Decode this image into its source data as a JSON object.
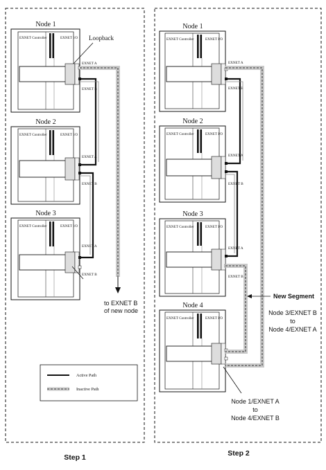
{
  "steps": [
    {
      "label": "Step 1"
    },
    {
      "label": "Step 2"
    }
  ],
  "labels": {
    "controller": "EXNET Controller",
    "io": "EXNET I/O",
    "port_a": "EXNET A",
    "port_b": "EXNET B"
  },
  "step1": {
    "nodes": [
      "Node 1",
      "Node 2",
      "Node 3"
    ],
    "loopback": "Loopback",
    "to_next_line1": "to EXNET B",
    "to_next_line2": "of new node",
    "legend": {
      "active": "Active Path",
      "inactive": "Inactive Path"
    }
  },
  "step2": {
    "nodes": [
      "Node 1",
      "Node 2",
      "Node 3",
      "Node 4"
    ],
    "new_segment": "New Segment",
    "conn1": [
      "Node 3/EXNET B",
      "to",
      "Node 4/EXNET A"
    ],
    "conn2": [
      "Node 1/EXNET A",
      "to",
      "Node 4/EXNET B"
    ]
  },
  "colors": {
    "line": "#111111",
    "inactive_band": "#c8c8c8",
    "dash": "#555555"
  }
}
